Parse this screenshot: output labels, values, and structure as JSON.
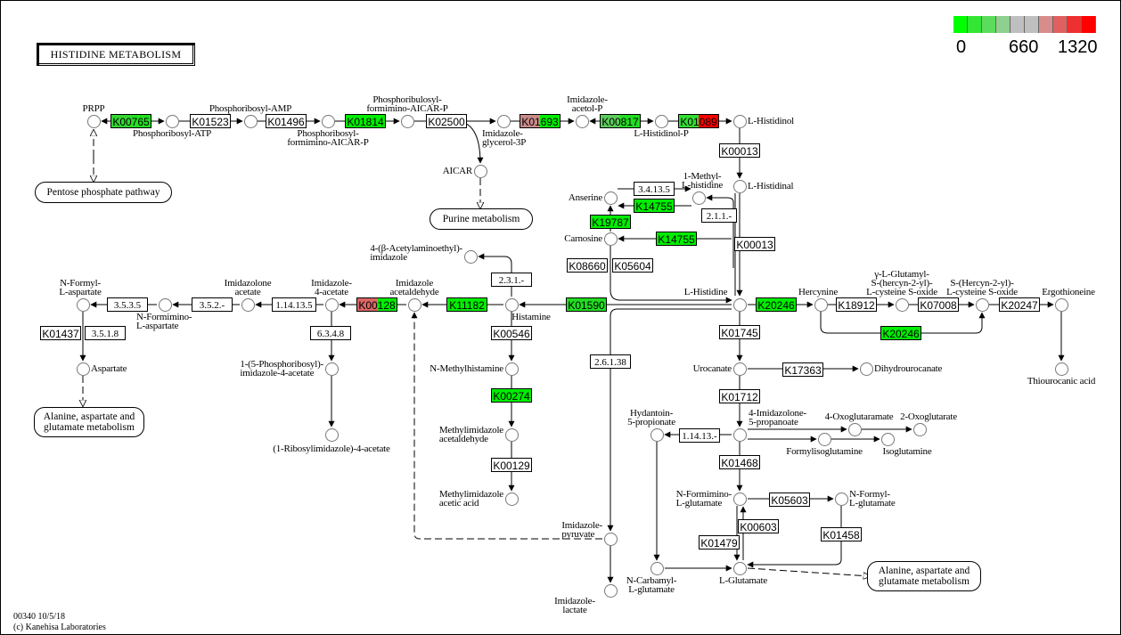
{
  "title": "HISTIDINE METABOLISM",
  "legend": {
    "colors": [
      "#00ff00",
      "#33e633",
      "#5cdc5c",
      "#8fcf8f",
      "#bfbfbf",
      "#bfbfbf",
      "#d98c8c",
      "#e06060",
      "#ef3030",
      "#ff0000"
    ],
    "labels": [
      "0",
      "660",
      "1320"
    ]
  },
  "footer": {
    "id_date": "00340 10/5/18",
    "copyright": "(c) Kanehisa Laboratories"
  },
  "enzymes": {
    "e1": {
      "label": "K00765",
      "colors": [
        "#33d633",
        "#22e022"
      ]
    },
    "e2": {
      "label": "K01523",
      "colors": [
        "#ffffff"
      ]
    },
    "e3": {
      "label": "K01496",
      "colors": [
        "#ffffff"
      ]
    },
    "e4": {
      "label": "K01814",
      "colors": [
        "#00ee00"
      ]
    },
    "e5": {
      "label": "K02500",
      "colors": [
        "#ffffff"
      ]
    },
    "e6": {
      "label": "K01693",
      "colors": [
        "#c98a8a",
        "#00ee00"
      ]
    },
    "e7": {
      "label": "K00817",
      "colors": [
        "#5ccc5c",
        "#22dd22"
      ]
    },
    "e8": {
      "label": "K01089",
      "colors": [
        "#33dd33",
        "#ff0000"
      ]
    },
    "e9": {
      "label": "K00013",
      "colors": [
        "#ffffff"
      ]
    },
    "e10": {
      "label": "3.4.13.5",
      "colors": [
        "#ffffff"
      ]
    },
    "e11": {
      "label": "K14755",
      "colors": [
        "#00ee00"
      ]
    },
    "e12": {
      "label": "2.1.1.-",
      "colors": [
        "#ffffff"
      ]
    },
    "e13": {
      "label": "K19787",
      "colors": [
        "#00ee00"
      ]
    },
    "e14": {
      "label": "K14755",
      "colors": [
        "#00ee00"
      ]
    },
    "e15": {
      "label": "K00013",
      "colors": [
        "#ffffff"
      ]
    },
    "e16": {
      "label": "K08660",
      "colors": [
        "#ffffff"
      ]
    },
    "e17": {
      "label": "K05604",
      "colors": [
        "#ffffff"
      ]
    },
    "e18": {
      "label": "2.3.1.-",
      "colors": [
        "#ffffff"
      ]
    },
    "e19": {
      "label": "K01590",
      "colors": [
        "#22dd22"
      ]
    },
    "e20": {
      "label": "K11182",
      "colors": [
        "#00ee00"
      ]
    },
    "e21": {
      "label": "K00128",
      "colors": [
        "#dd6666",
        "#00ee00"
      ]
    },
    "e22": {
      "label": "1.14.13.5",
      "colors": [
        "#ffffff"
      ]
    },
    "e23": {
      "label": "3.5.2.-",
      "colors": [
        "#ffffff"
      ]
    },
    "e24": {
      "label": "3.5.3.5",
      "colors": [
        "#ffffff"
      ]
    },
    "e25": {
      "label": "K01437",
      "colors": [
        "#ffffff"
      ]
    },
    "e26": {
      "label": "3.5.1.8",
      "colors": [
        "#ffffff"
      ]
    },
    "e27": {
      "label": "6.3.4.8",
      "colors": [
        "#ffffff"
      ]
    },
    "e28": {
      "label": "K00546",
      "colors": [
        "#ffffff"
      ]
    },
    "e29": {
      "label": "2.6.1.38",
      "colors": [
        "#ffffff"
      ]
    },
    "e30": {
      "label": "K00274",
      "colors": [
        "#00ee00"
      ]
    },
    "e31": {
      "label": "K00129",
      "colors": [
        "#ffffff"
      ]
    },
    "e32": {
      "label": "K20246",
      "colors": [
        "#00ee00"
      ]
    },
    "e33": {
      "label": "K18912",
      "colors": [
        "#ffffff"
      ]
    },
    "e34": {
      "label": "K07008",
      "colors": [
        "#ffffff"
      ]
    },
    "e35": {
      "label": "K20247",
      "colors": [
        "#ffffff"
      ]
    },
    "e36": {
      "label": "K20246",
      "colors": [
        "#00ee00"
      ]
    },
    "e37": {
      "label": "K01745",
      "colors": [
        "#ffffff"
      ]
    },
    "e38": {
      "label": "K17363",
      "colors": [
        "#ffffff"
      ]
    },
    "e39": {
      "label": "K01712",
      "colors": [
        "#ffffff"
      ]
    },
    "e40": {
      "label": "1.14.13.-",
      "colors": [
        "#ffffff"
      ]
    },
    "e41": {
      "label": "K01468",
      "colors": [
        "#ffffff"
      ]
    },
    "e42": {
      "label": "K05603",
      "colors": [
        "#ffffff"
      ]
    },
    "e43": {
      "label": "K00603",
      "colors": [
        "#ffffff"
      ]
    },
    "e44": {
      "label": "K01479",
      "colors": [
        "#ffffff"
      ]
    },
    "e45": {
      "label": "K01458",
      "colors": [
        "#ffffff"
      ]
    }
  },
  "compounds": {
    "prpp": "PRPP",
    "pr_atp": "Phosphoribosyl-ATP",
    "pr_amp": "Phosphoribosyl-AMP",
    "pr_faicar": "Phosphoribosyl-\nformimino-AICAR-P",
    "pru_faicar": "Phosphoribulosyl-\nformimino-AICAR-P",
    "igp": "Imidazole-\nglycerol-3P",
    "aicar": "AICAR",
    "iap": "Imidazole-\nacetol-P",
    "hisp": "L-Histidinol-P",
    "histidinol": "L-Histidinol",
    "histidinal": "L-Histidinal",
    "methylhis": "1-Methyl-\nL-histidine",
    "anserine": "Anserine",
    "carnosine": "Carnosine",
    "histidine": "L-Histidine",
    "acetylaminoethyl": "4-(β-Acetylaminoethyl)-\nimidazole",
    "histamine": "Histamine",
    "imacetald": "Imidazole\nacetaldehyde",
    "im4acetate": "Imidazole-\n4-acetate",
    "imzacetate": "Imidazolone\nacetate",
    "nformimino_asp": "N-Formimino-\nL-aspartate",
    "nformyl_asp": "N-Formyl-\nL-aspartate",
    "aspartate": "Aspartate",
    "prim4acetate": "1-(5-Phosphoribosyl)-\nimidazole-4-acetate",
    "ribim4acetate": "(1-Ribosylimidazole)-4-acetate",
    "nmethylhistamine": "N-Methylhistamine",
    "mimacetald": "Methylimidazole\nacetaldehyde",
    "mimacetic": "Methylimidazole\nacetic acid",
    "impyruvate": "Imidazole-\npyruvate",
    "imlactate": "Imidazole-\nlactate",
    "hercynine": "Hercynine",
    "gglu_hercyn": "γ-L-Glutamyl-\nS-(hercyn-2-yl)-\nL-cysteine S-oxide",
    "hercyn_cys": "S-(Hercyn-2-yl)-\nL-cysteine S-oxide",
    "ergothioneine": "Ergothioneine",
    "thiourocanic": "Thiourocanic acid",
    "urocanate": "Urocanate",
    "dihydrourocanate": "Dihydrourocanate",
    "imzpropanoate": "4-Imidazolone-\n5-propanoate",
    "hydantoin": "Hydantoin-\n5-propionate",
    "oxoglutaramate": "4-Oxoglutaramate",
    "oxoglutarate": "2-Oxoglutarate",
    "formylisoglutamine": "Formylisoglutamine",
    "isoglutamine": "Isoglutamine",
    "nformimino_glu": "N-Formimino-\nL-glutamate",
    "nformyl_glu": "N-Formyl-\nL-glutamate",
    "ncarbamyl_glu": "N-Carbamyl-\nL-glutamate",
    "glutamate": "L-Glutamate"
  },
  "maps": {
    "pentose": "Pentose phosphate pathway",
    "purine": "Purine metabolism",
    "ala1": "Alanine, aspartate and\nglutamate metabolism",
    "ala2": "Alanine, aspartate and\nglutamate metabolism"
  }
}
